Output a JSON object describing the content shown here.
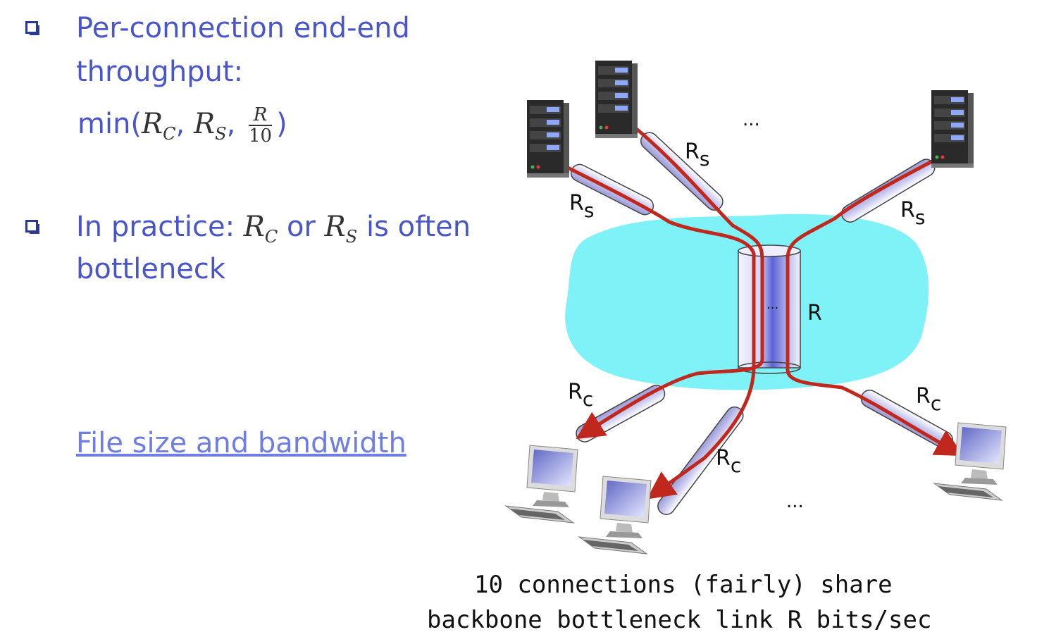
{
  "bullets": [
    {
      "text_line1": "Per-connection end-end",
      "text_line2": "throughput:",
      "formula_prefix": "min(",
      "formula_suffix": ")"
    },
    {
      "text_prefix": "In practice: ",
      "text_mid": " or ",
      "text_suffix": " is often",
      "text_line2": "bottleneck"
    }
  ],
  "math": {
    "rc_base": "R",
    "rc_sub": "C",
    "rs_base": "R",
    "rs_sub": "S",
    "frac_num": "R",
    "frac_den": "10",
    "comma": ","
  },
  "link": {
    "label": "File size and bandwidth"
  },
  "diagram": {
    "link_labels": {
      "server": "R",
      "server_sub": "s",
      "client": "R",
      "client_sub": "c",
      "core": "R"
    },
    "ellipsis": "...",
    "colors": {
      "cloud": "#7ef2f6",
      "pipe": "#c8c8ee",
      "flow": "#c0281e",
      "bullet_text": "#4a56c8"
    }
  },
  "caption": {
    "line1": "10 connections (fairly) share",
    "line2": "backbone bottleneck link R bits/sec"
  }
}
